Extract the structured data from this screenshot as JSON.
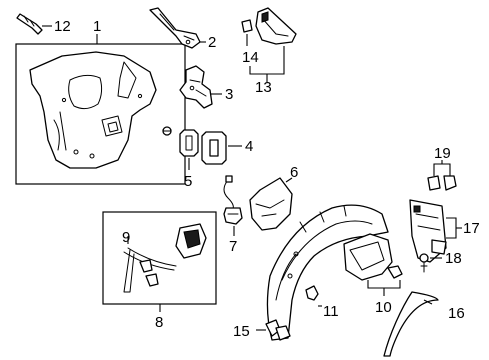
{
  "callouts": {
    "p1": "1",
    "p2": "2",
    "p3": "3",
    "p4": "4",
    "p5": "5",
    "p6": "6",
    "p7": "7",
    "p8": "8",
    "p9": "9",
    "p10": "10",
    "p11": "11",
    "p12": "12",
    "p13": "13",
    "p14": "14",
    "p15": "15",
    "p16": "16",
    "p17": "17",
    "p18": "18",
    "p19": "19"
  },
  "colors": {
    "line": "#000000",
    "background": "#ffffff"
  }
}
